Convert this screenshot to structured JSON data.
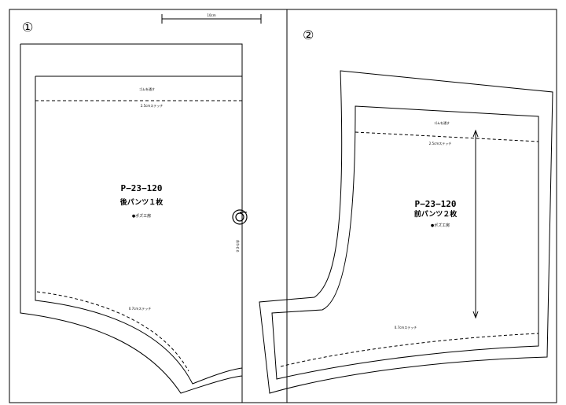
{
  "sheet1": {
    "number": "①",
    "scale_bar_label": "10cm",
    "piece": {
      "top_label": "ゴムを通す",
      "stitch_top": "2.5cmステッチ",
      "code": "P−23−120",
      "name": "後パンツ１枚",
      "brand": "●ポズエ房",
      "side_label": "合わせる",
      "stitch_bottom": "0.7cmステッチ"
    }
  },
  "sheet2": {
    "number": "②",
    "piece": {
      "top_label": "ゴムを通す",
      "stitch_top": "2.5cmステッチ",
      "code": "P−23−120",
      "name": "前パンツ２枚",
      "brand": "●ポズエ房",
      "stitch_bottom": "0.7cmステッチ"
    }
  },
  "colors": {
    "line": "#000000",
    "paper": "#ffffff"
  }
}
